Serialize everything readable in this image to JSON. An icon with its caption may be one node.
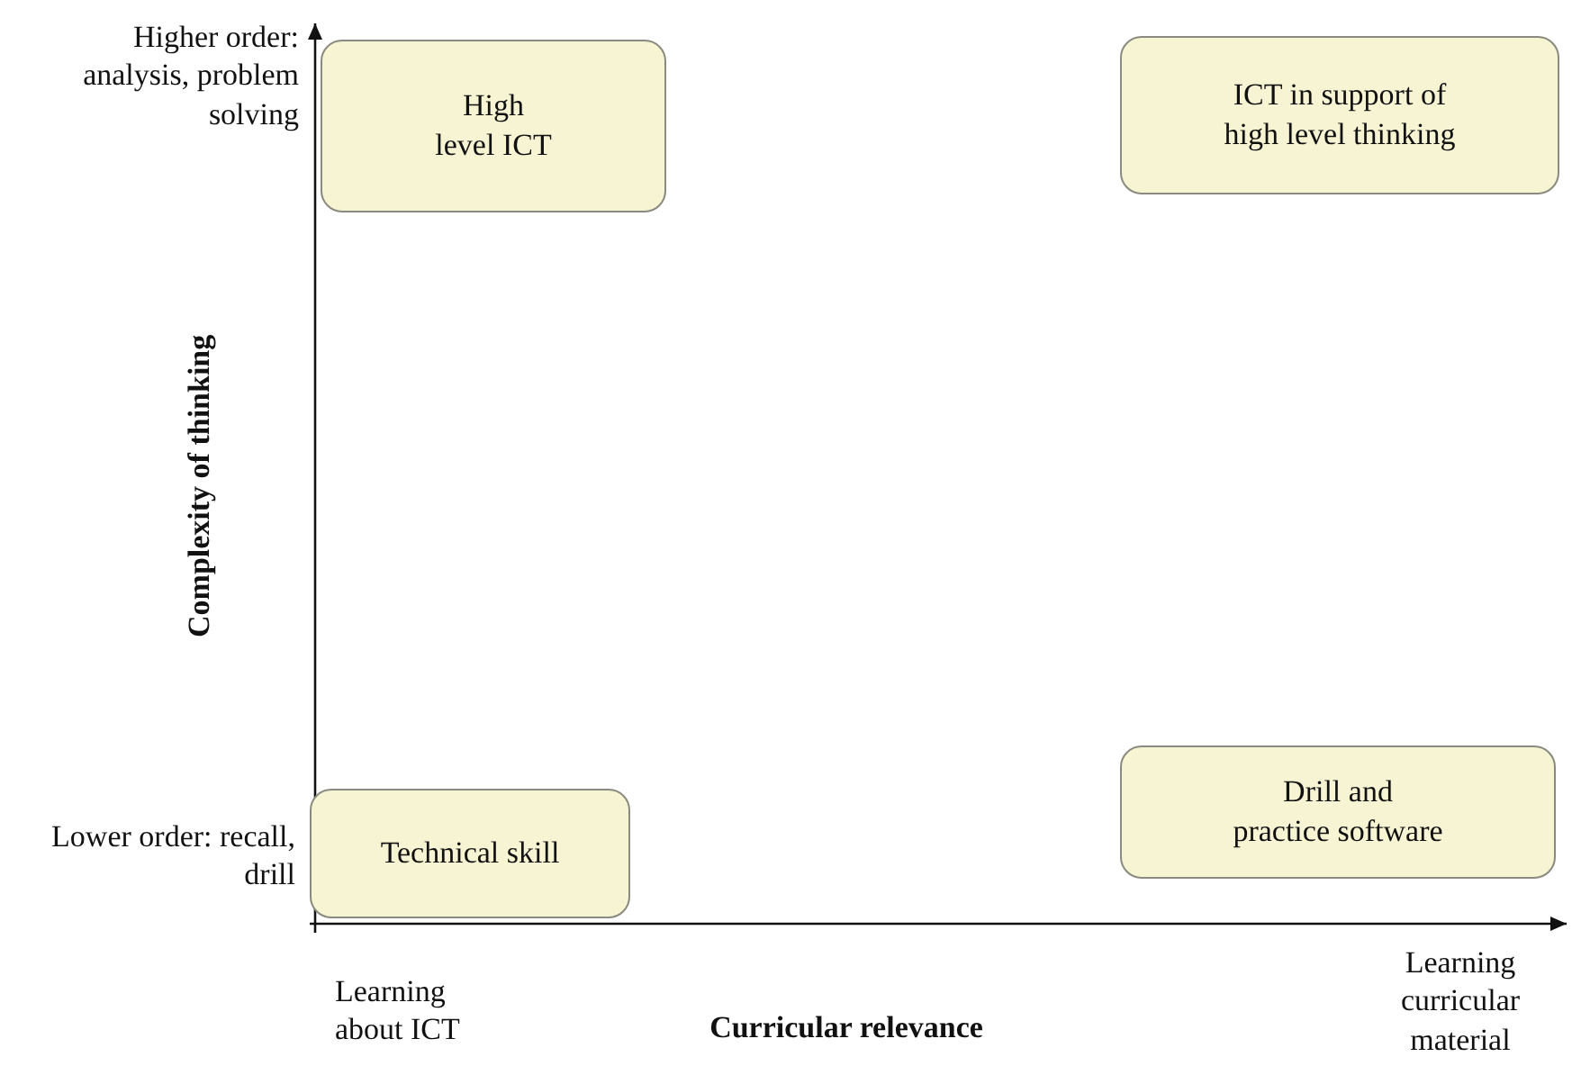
{
  "diagram": {
    "nodes": [
      {
        "text": [
          "High level ICT"
        ]
      },
      {
        "text": [
          "ICT in support of high level thinking"
        ]
      },
      {
        "text": [
          "Technical skill"
        ]
      },
      {
        "text": [
          "Drill and practice software"
        ]
      }
    ],
    "labels": [
      "Higher order: analysis, problem solving",
      "Complexity of thinking",
      "Lower order: recall, drill",
      "Learning about ICT",
      "Curricular relevance",
      "Learning curricular material"
    ]
  }
}
